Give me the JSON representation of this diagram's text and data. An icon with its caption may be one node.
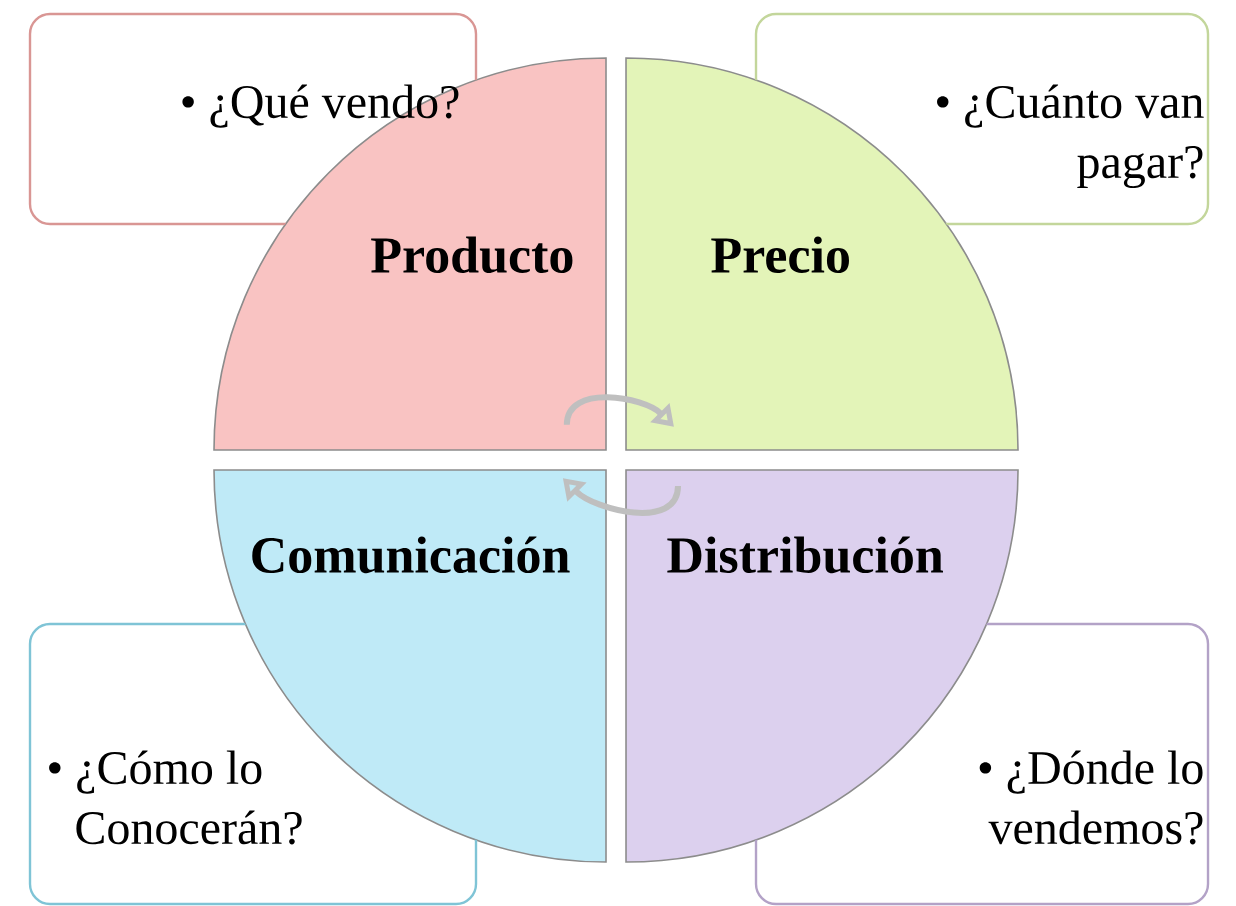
{
  "diagram": {
    "nodes": [
      {
        "text": [
          "• ¿Qué vendo?"
        ]
      },
      {
        "text": [
          "• ¿Cuánto van pagar?"
        ]
      },
      {
        "text": [
          "Producto"
        ]
      },
      {
        "text": [
          "Precio"
        ]
      },
      {
        "text": [
          "Comunicación"
        ]
      },
      {
        "text": [
          "Distribución"
        ]
      },
      {
        "text": [
          "• ¿Cómo lo Conocerán?"
        ]
      },
      {
        "text": [
          "• ¿Dónde lo vendemos?"
        ]
      }
    ],
    "edges": [
      {
        "from": 2,
        "to": 3,
        "arrow": "to"
      },
      {
        "from": 5,
        "to": 4,
        "arrow": "to"
      }
    ]
  }
}
